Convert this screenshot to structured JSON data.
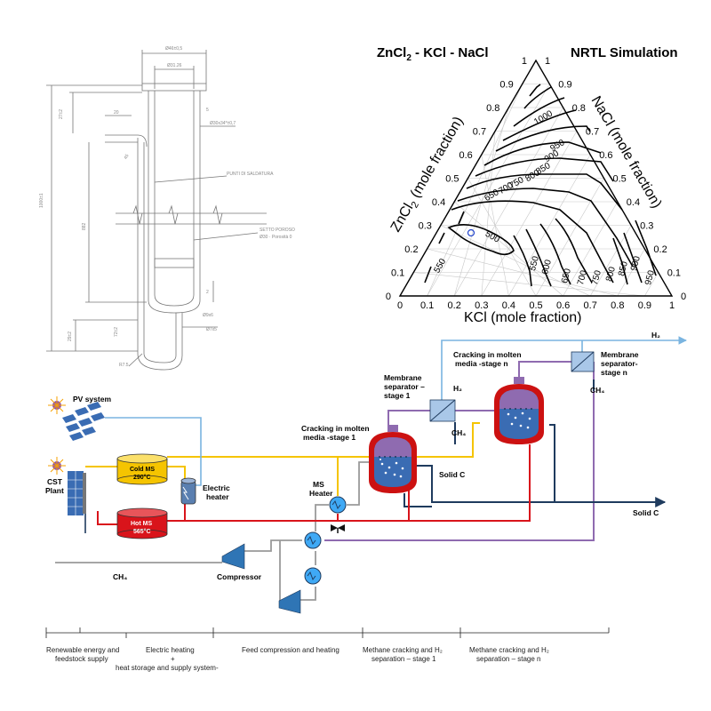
{
  "drawing": {
    "dim_top_outer": "Ø46±0,5",
    "dim_top_inner": "Ø31.26",
    "dim_tube": "Ø30x34*±0,7",
    "dim_20": "20",
    "dim_5": "5",
    "dim_2": "2",
    "dim_272": "27±2",
    "dim_1000": "1000±1",
    "dim_882": "882",
    "dim_292": "29±2",
    "dim_72": "72±2",
    "dim_bottom": "Ø9x6",
    "dim_bottom2": "Ø7x5",
    "dim_r": "R7.5",
    "dim_45": "45",
    "label_weld": "PUNTI DI SALDATURA",
    "label_septum": "SETTO POROSO",
    "label_septum_spec": "Ø30 · Porosità 0"
  },
  "ternary": {
    "title_left_main": "ZnCl",
    "title_left_sub": "2",
    "title_left_rest": " - KCl - NaCl",
    "title_right": "NRTL Simulation",
    "bottom_axis": "KCl (mole fraction)",
    "left_axis_main": "ZnCl",
    "left_axis_sub": "2",
    "left_axis_rest": " (mole fraction)",
    "right_axis": "NaCl (mole fraction)",
    "bottom_ticks": [
      "0",
      "0.1",
      "0.2",
      "0.3",
      "0.4",
      "0.5",
      "0.6",
      "0.7",
      "0.8",
      "0.9",
      "1"
    ],
    "left_ticks": [
      "1",
      "0.9",
      "0.8",
      "0.7",
      "0.6",
      "0.5",
      "0.4",
      "0.3",
      "0.2",
      "0.1",
      "0"
    ],
    "right_ticks": [
      "0",
      "0.1",
      "0.2",
      "0.3",
      "0.4",
      "0.5",
      "0.6",
      "0.7",
      "0.8",
      "0.9",
      "1"
    ],
    "iso_1000": "1000",
    "iso_950": "950",
    "iso_900": "900",
    "iso_850": "850",
    "iso_800": "800",
    "iso_750": "750",
    "iso_700": "700",
    "iso_650": "650",
    "iso_600": "600",
    "iso_550": "550",
    "iso_500": "500"
  },
  "process": {
    "h2": "H₂",
    "h2_sep": "H₂",
    "ch4_sep1": "CH₄",
    "ch4_sepn": "CH₄",
    "ch4_feed": "CH₄",
    "solid_c1": "Solid C",
    "solid_cn": "Solid C",
    "pv_system": "PV system",
    "cst_line1": "CST",
    "cst_line2": "Plant",
    "cold_ms_1": "Cold MS",
    "cold_ms_2": "290°C",
    "hot_ms_1": "Hot MS",
    "hot_ms_2": "565°C",
    "electric_1": "Electric",
    "electric_2": "heater",
    "ms_heater_1": "MS",
    "ms_heater_2": "Heater",
    "compressor": "Compressor",
    "cracking1_1": "Cracking in molten",
    "cracking1_2": "media -stage 1",
    "crackingn_1": "Cracking in molten",
    "crackingn_2": "media -stage n",
    "membrane1_1": "Membrane",
    "membrane1_2": "separator –",
    "membrane1_3": "stage 1",
    "membranen_1": "Membrane",
    "membranen_2": "separator-",
    "membranen_3": "stage n"
  },
  "stages": [
    {
      "line1": "Renewable energy and",
      "line2": "feedstock supply",
      "line3": ""
    },
    {
      "line1": "Electric heating",
      "line2": "+",
      "line3": "heat storage and supply system-"
    },
    {
      "line1": "Feed  compression and heating",
      "line2": "",
      "line3": ""
    },
    {
      "line1": "Methane cracking and H₂",
      "line2": "separation – stage 1",
      "line3": ""
    },
    {
      "line1": "Methane cracking and H₂",
      "line2": "separation – stage  n",
      "line3": ""
    }
  ],
  "colors": {
    "hot_ms": "#d9141b",
    "cold_ms": "#f5c400",
    "reactor_gas": "#8f6bb0",
    "reactor_liquid": "#3a6cb3",
    "reactor_wall": "#cc1111",
    "heat_exchanger": "#3fa9f5",
    "dark_line": "#1f3b5e",
    "h2_line": "#7ab4e0",
    "gray_line": "#9a9a9a"
  }
}
